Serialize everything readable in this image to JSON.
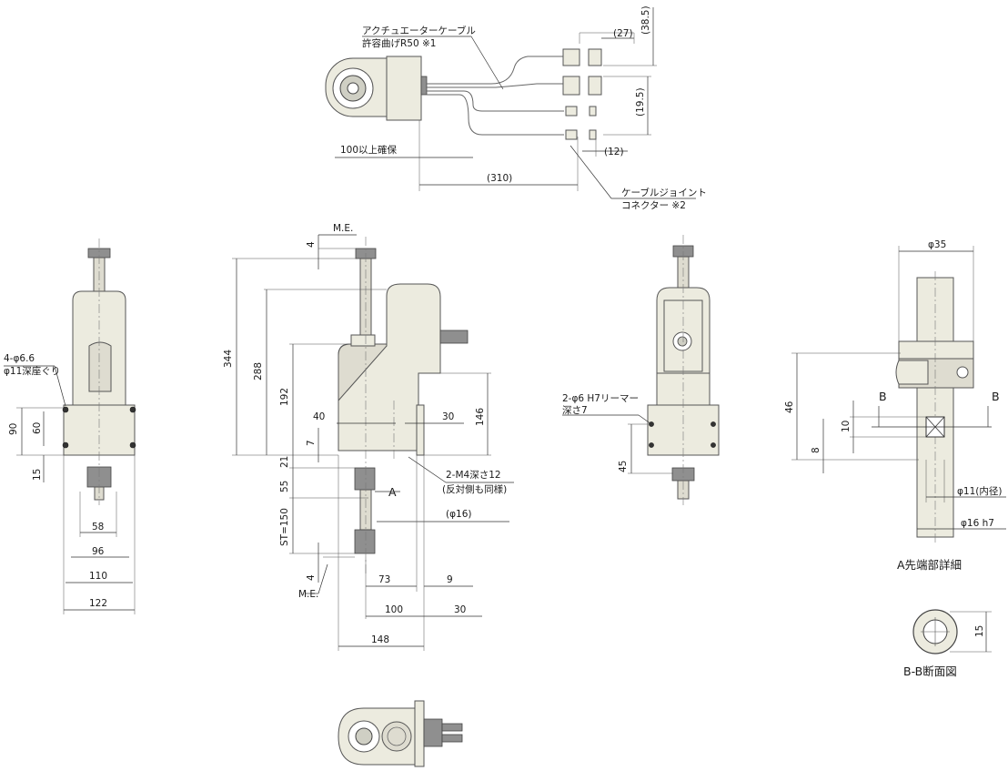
{
  "colors": {
    "body": "#ecebdf",
    "body_shade": "#dedcd0",
    "metal": "#8f8f8f",
    "line": "#333333"
  },
  "top_view": {
    "cable_label_line1": "アクチュエーターケーブル",
    "cable_label_line2": "許容曲げR50 ※1",
    "clearance": "100以上確保",
    "dim_27": "(27)",
    "dim_38_5": "(38.5)",
    "dim_19_5": "(19.5)",
    "dim_12": "(12)",
    "dim_310": "(310)",
    "joint_label_line1": "ケーブルジョイント",
    "joint_label_line2": "コネクター ※2"
  },
  "left_view": {
    "holes_line1": "4-φ6.6",
    "holes_line2": "φ11深座ぐり",
    "dim_90": "90",
    "dim_60": "60",
    "dim_15": "15",
    "dim_58": "58",
    "dim_96": "96",
    "dim_110": "110",
    "dim_122": "122"
  },
  "front_view": {
    "me_top": "M.E.",
    "me_bottom": "M.E.",
    "dim_4_top": "4",
    "dim_4_bottom": "4",
    "dim_344": "344",
    "dim_288": "288",
    "dim_192": "192",
    "dim_40": "40",
    "dim_30_top": "30",
    "dim_146": "146",
    "dim_7": "7",
    "dim_21": "21",
    "dim_55": "55",
    "st": "ST=150",
    "label_a": "A",
    "tap_line1": "2-M4深さ12",
    "tap_line2": "(反対側も同様)",
    "dim_phi16": "(φ16)",
    "dim_73": "73",
    "dim_9": "9",
    "dim_100": "100",
    "dim_30_bottom": "30",
    "dim_148": "148"
  },
  "side_view": {
    "ream_line1": "2-φ6 H7リーマー",
    "ream_line2": "深さ7",
    "dim_45": "45"
  },
  "detail_a": {
    "dim_phi35": "φ35",
    "dim_46": "46",
    "dim_10": "10",
    "dim_8": "8",
    "section_left": "B",
    "section_right": "B",
    "dim_phi11": "φ11(内径)",
    "dim_phi16h7": "φ16 h7",
    "caption": "A先端部詳細"
  },
  "section_bb": {
    "dim_15": "15",
    "caption": "B-B断面図"
  }
}
